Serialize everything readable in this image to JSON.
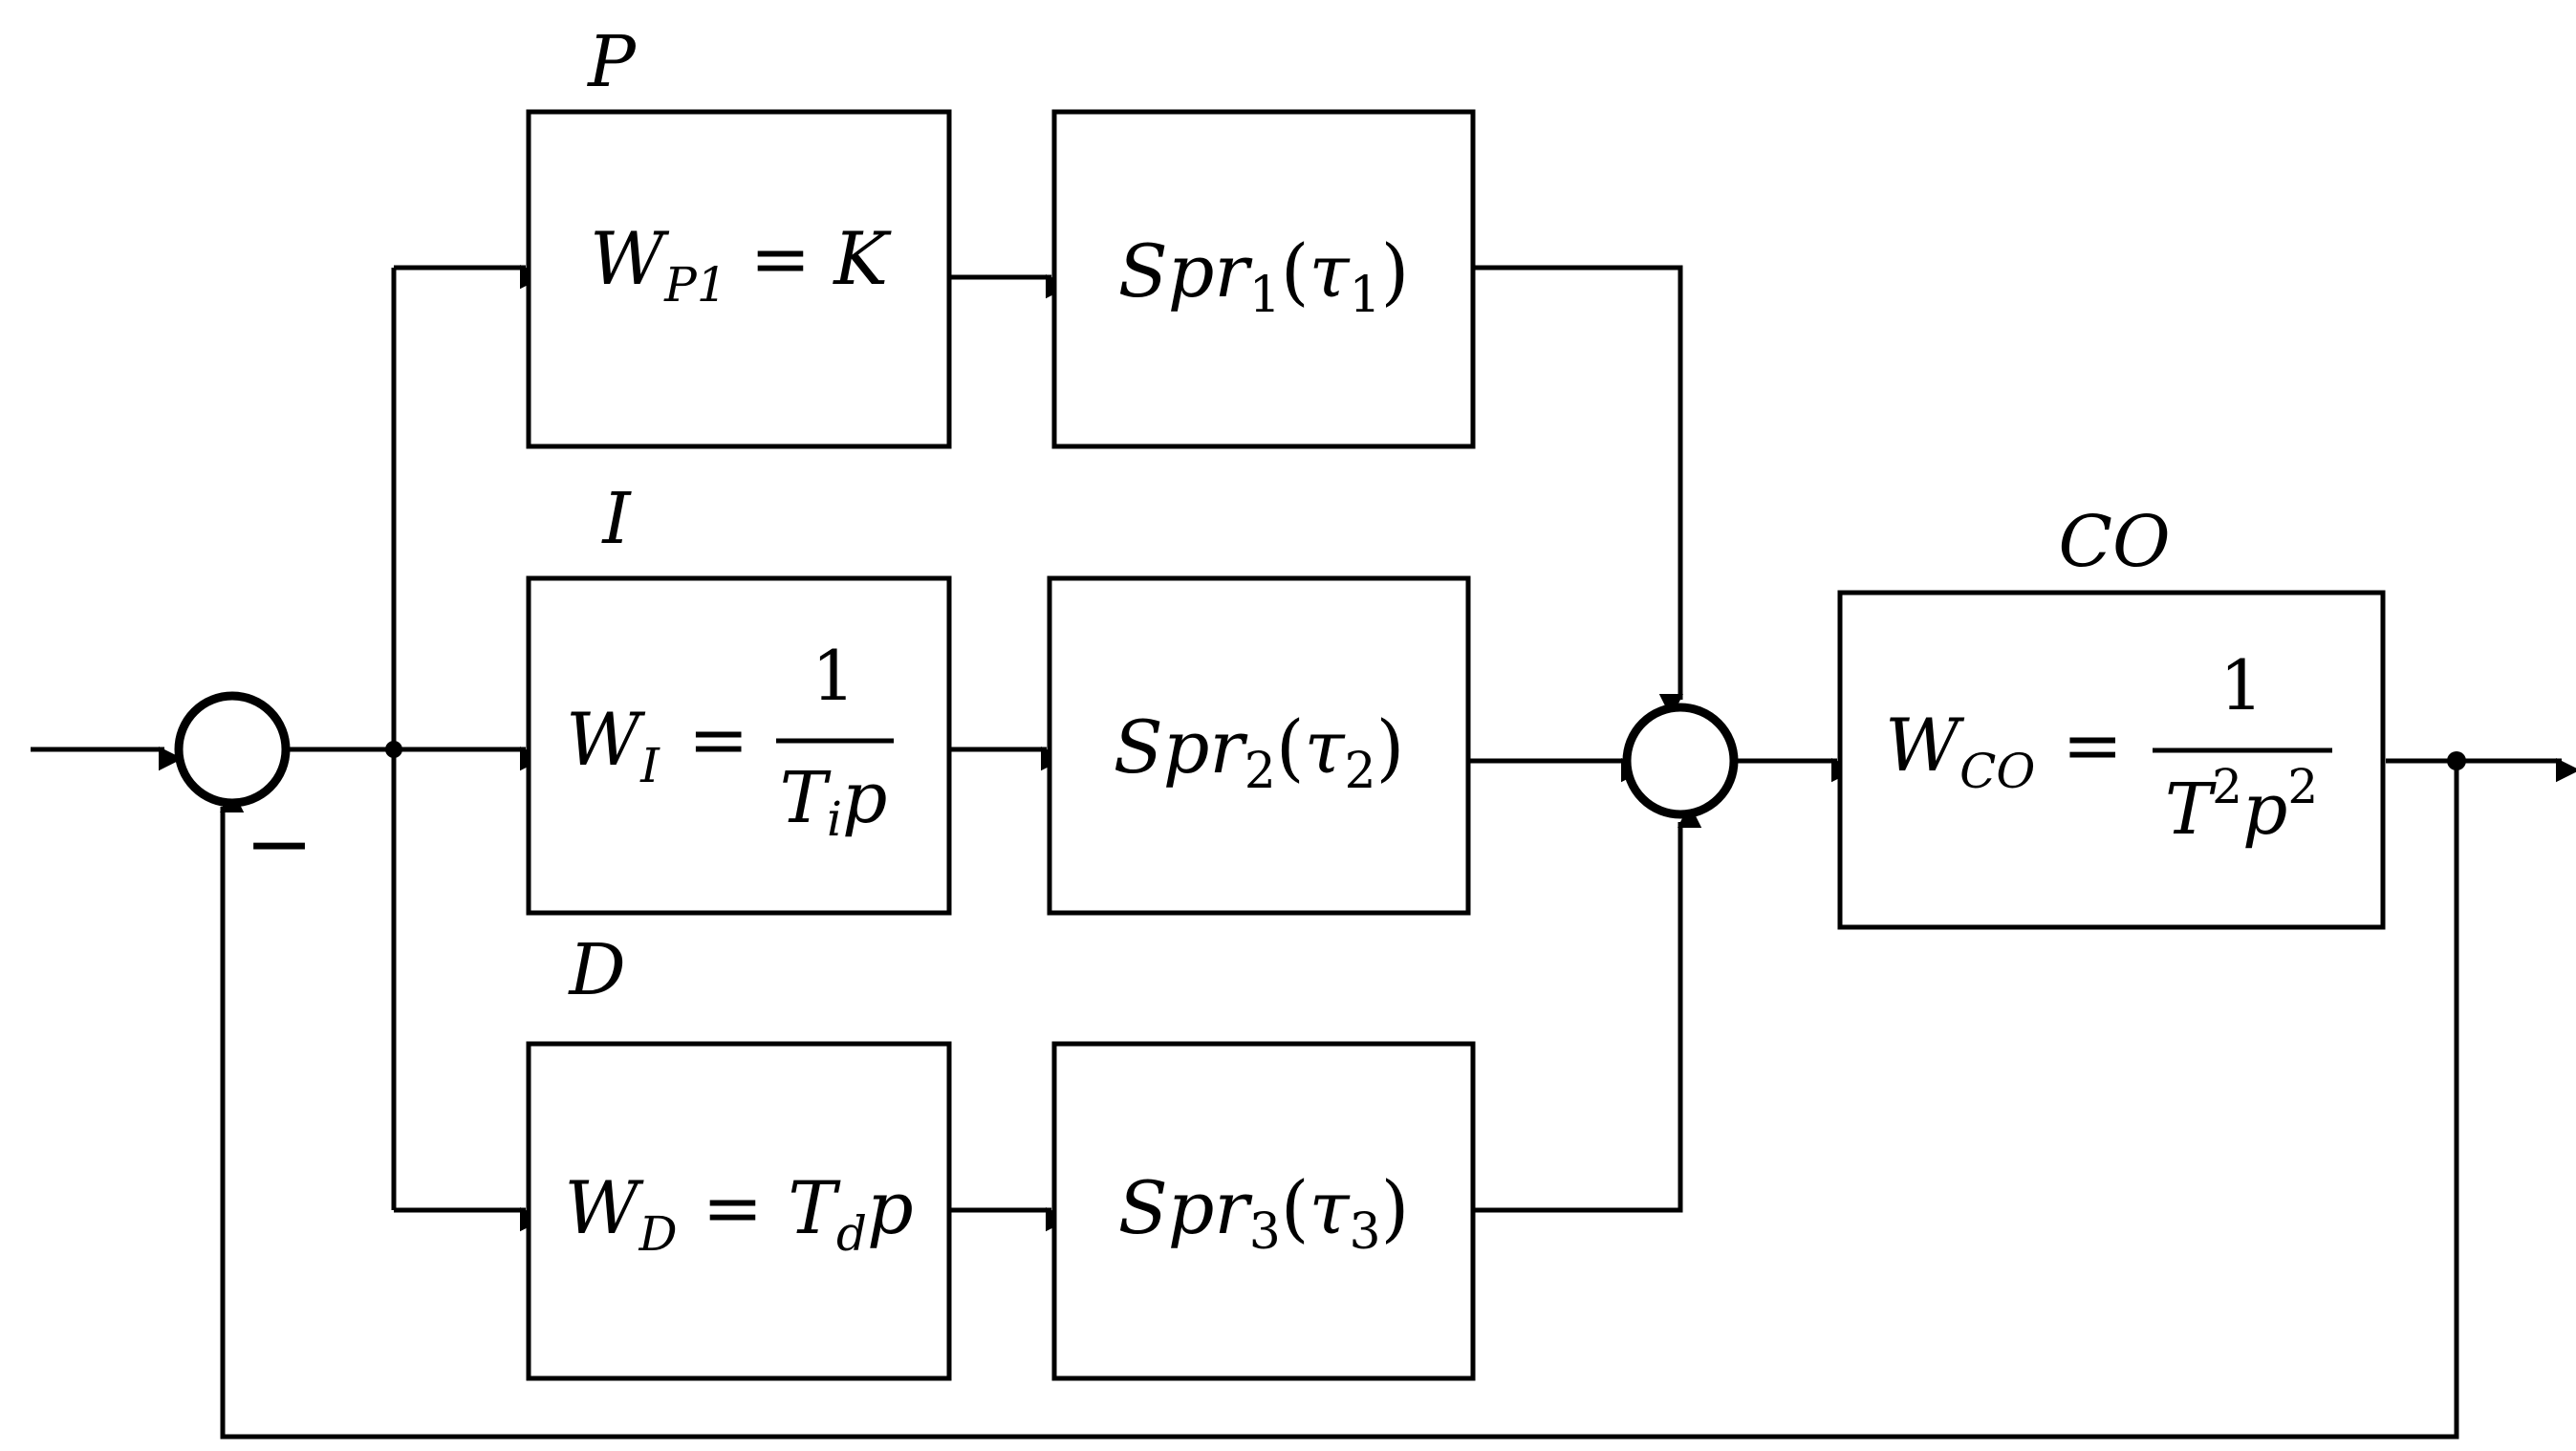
{
  "branch_labels": {
    "p": "P",
    "i": "I",
    "d": "D",
    "co": "CO"
  },
  "blocks": {
    "wp1": {
      "main": "W",
      "sub": "P1",
      "eq": "=",
      "rhs": "K"
    },
    "wi": {
      "main": "W",
      "sub": "I",
      "eq": "=",
      "num": "1",
      "den_main": "T",
      "den_sub": "i",
      "den_tail": "p"
    },
    "wd": {
      "main": "W",
      "sub": "D",
      "eq": "=",
      "rhs_main": "T",
      "rhs_sub": "d",
      "rhs_tail": "p"
    },
    "spr1": {
      "main": "Spr",
      "sub": "1",
      "open": "(",
      "arg": "τ",
      "arg_sub": "1",
      "close": ")"
    },
    "spr2": {
      "main": "Spr",
      "sub": "2",
      "open": "(",
      "arg": "τ",
      "arg_sub": "2",
      "close": ")"
    },
    "spr3": {
      "main": "Spr",
      "sub": "3",
      "open": "(",
      "arg": "τ",
      "arg_sub": "3",
      "close": ")"
    },
    "wco": {
      "main": "W",
      "sub": "CO",
      "eq": "=",
      "num": "1",
      "den_t": "T",
      "den_t_sup": "2",
      "den_p": "p",
      "den_p_sup": "2"
    }
  },
  "feedback_sign": "−"
}
